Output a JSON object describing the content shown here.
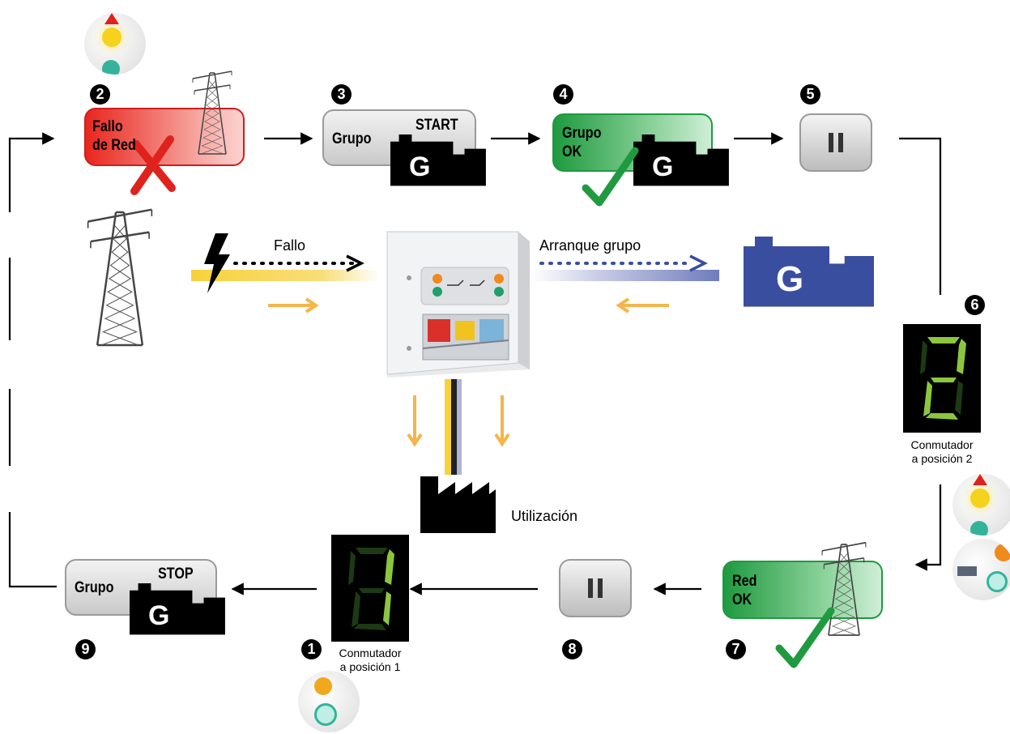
{
  "steps": {
    "n1": "1",
    "n2": "2",
    "n3": "3",
    "n4": "4",
    "n5": "5",
    "n6": "6",
    "n7": "7",
    "n8": "8",
    "n9": "9"
  },
  "boxes": {
    "fallo_red": "Fallo\nde Red",
    "grupo_start_left": "Grupo",
    "grupo_start_right": "START",
    "grupo_ok": "Grupo\nOK",
    "red_ok": "Red\nOK",
    "grupo_stop_left": "Grupo",
    "grupo_stop_right": "STOP"
  },
  "generator_letter": "G",
  "labels": {
    "fallo": "Fallo",
    "arranque": "Arranque grupo",
    "utilizacion": "Utilización",
    "conmutador2": "Conmutador\na posición 2",
    "conmutador1": "Conmutador\na posición 1"
  },
  "colors": {
    "mains": "#f7d23a",
    "generator": "#3a4ea0",
    "arrow_orange": "#f5b54a",
    "fail_red": "#e0221c",
    "ok_green": "#1f9a3f",
    "segment_green": "#8cc63f"
  }
}
